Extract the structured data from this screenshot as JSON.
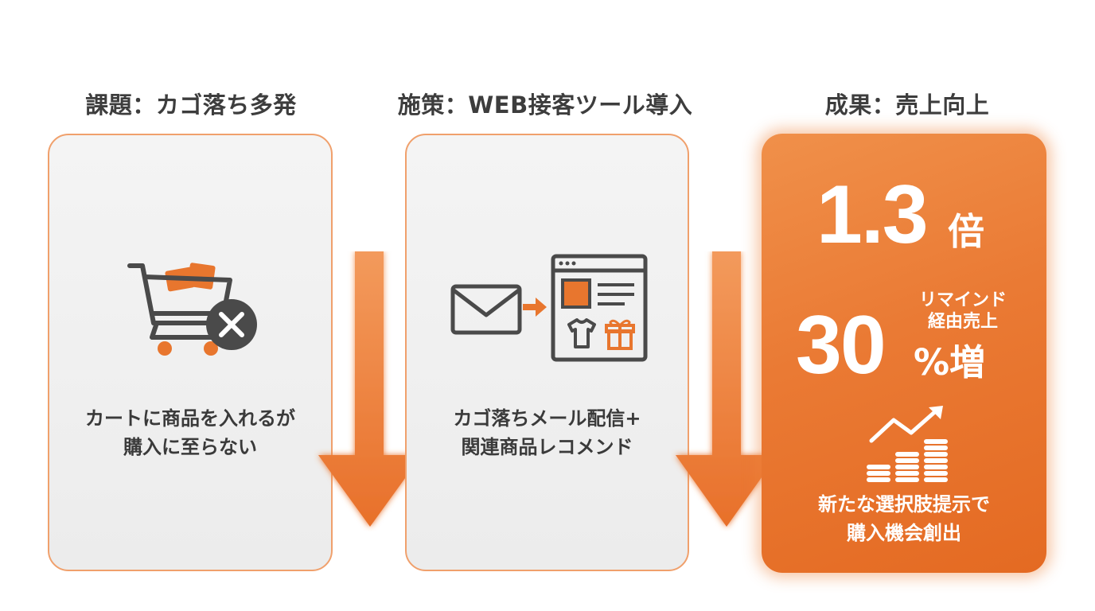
{
  "columns": {
    "problem": {
      "title": "課題：カゴ落ち多発",
      "text_line1": "カートに商品を入れるが",
      "text_line2": "購入に至らない"
    },
    "measure": {
      "title": "施策：WEB接客ツール導入",
      "text_line1": "カゴ落ちメール配信+",
      "text_line2": "関連商品レコメンド"
    },
    "result": {
      "title": "成果：売上向上",
      "stat1_value": "1.3",
      "stat1_unit": "倍",
      "stat2_value": "30",
      "stat2_label_line1": "リマインド",
      "stat2_label_line2": "経由売上",
      "stat2_unit": "%増",
      "text_line1": "新たな選択肢提示で",
      "text_line2": "購入機会創出"
    }
  },
  "icons": {
    "problem": "shopping-cart-with-x-icon",
    "measure": "email-to-webpage-icon",
    "result": "coins-growth-chart-icon"
  },
  "colors": {
    "accent": "#ec7a34",
    "card_border": "#f0a06c",
    "card_bg": "#efefef",
    "text_dark": "#3a3a3a",
    "icon_gray": "#4a4a4a"
  }
}
